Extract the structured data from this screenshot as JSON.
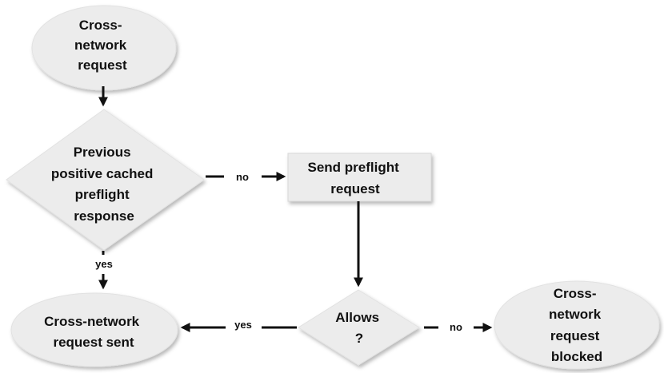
{
  "colors": {
    "shape_fill": "#ececec",
    "shape_stroke": "#e2e2e2",
    "line": "#111111",
    "text": "#111111"
  },
  "nodes": {
    "start": {
      "lines": [
        "Cross-",
        "network",
        "request"
      ]
    },
    "cached_check": {
      "lines": [
        "Previous",
        "positive cached",
        "preflight",
        "response"
      ]
    },
    "send_preflight": {
      "lines": [
        "Send preflight",
        "request"
      ]
    },
    "allows": {
      "lines": [
        "Allows",
        "?"
      ]
    },
    "sent": {
      "lines": [
        "Cross-network",
        "request sent"
      ]
    },
    "blocked": {
      "lines": [
        "Cross-",
        "network",
        "request",
        "blocked"
      ]
    }
  },
  "edges": {
    "cached_no": "no",
    "cached_yes": "yes",
    "allows_yes": "yes",
    "allows_no": "no"
  }
}
